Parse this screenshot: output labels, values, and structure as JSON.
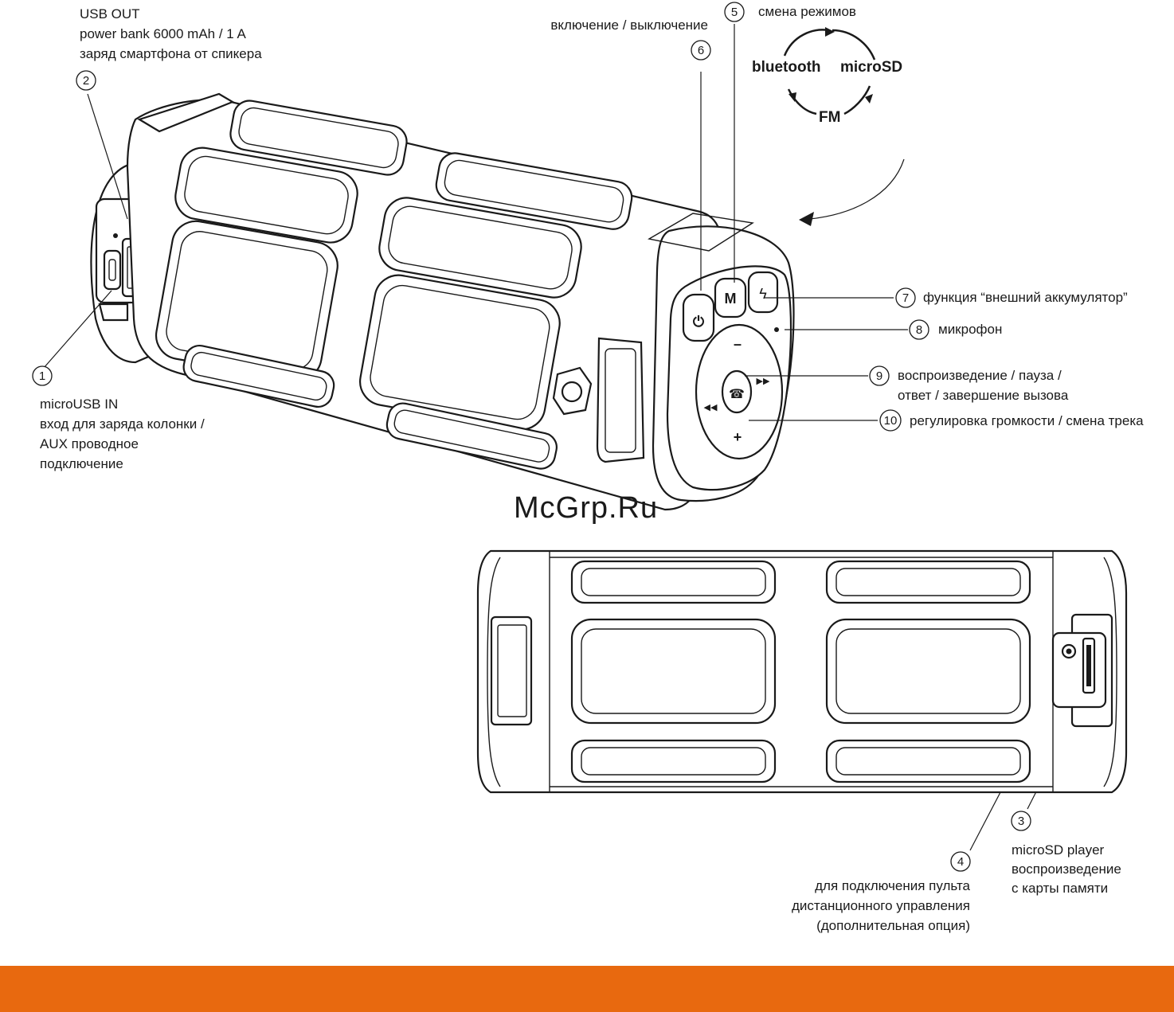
{
  "labels": {
    "usb_out": [
      "USB OUT",
      "power bank 6000 mAh / 1 A",
      "заряд смартфона от спикера"
    ],
    "microusb_in": [
      "microUSB IN",
      "вход для заряда колонки /",
      "AUX проводное",
      "подключение"
    ],
    "power": "включение / выключение",
    "mode_change": "смена режимов",
    "power_bank": "функция “внешний аккумулятор”",
    "mic": "микрофон",
    "play": [
      "воспроизведение / пауза /",
      "ответ / завершение вызова"
    ],
    "volume": "регулировка громкости / смена трека",
    "remote": [
      "для подключения пульта",
      "дистанционного управления",
      "(дополнительная опция)"
    ],
    "microsd": [
      "microSD player",
      "воспроизведение",
      "с карты памяти"
    ]
  },
  "callouts": [
    "1",
    "2",
    "3",
    "4",
    "5",
    "6",
    "7",
    "8",
    "9",
    "10"
  ],
  "modes": {
    "bluetooth": "bluetooth",
    "microsd": "microSD",
    "fm": "FM"
  },
  "buttons": {
    "mode": "M",
    "minus": "–",
    "plus": "+"
  },
  "watermark": "McGrp.Ru",
  "colors": {
    "accent": "#e8690f",
    "line": "#1a1a1a",
    "watermark": "#e64a12"
  }
}
